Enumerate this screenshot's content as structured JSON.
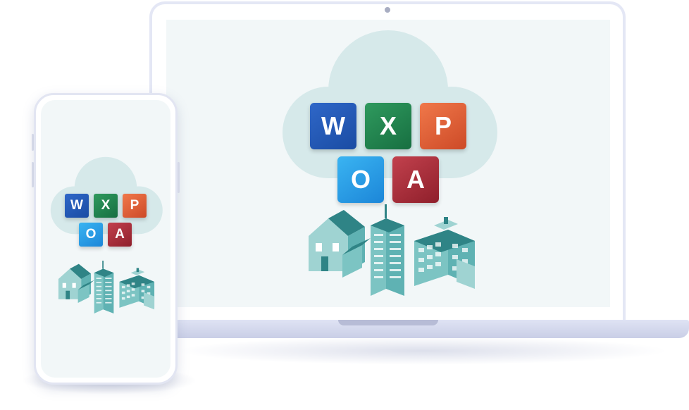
{
  "apps": [
    {
      "id": "word",
      "letter": "W"
    },
    {
      "id": "excel",
      "letter": "X"
    },
    {
      "id": "powerpoint",
      "letter": "P"
    },
    {
      "id": "outlook",
      "letter": "O"
    },
    {
      "id": "access",
      "letter": "A"
    }
  ],
  "colors": {
    "screen_bg": "#f2f7f8",
    "cloud": "#d6e9ea",
    "building_main": "#5fb2b3",
    "building_dark": "#2f8486",
    "building_light": "#9fd3d2",
    "device_frame": "#e4e7f5"
  },
  "icons": [
    "cloud-icon",
    "house-icon",
    "skyscraper-icon",
    "office-building-icon"
  ]
}
